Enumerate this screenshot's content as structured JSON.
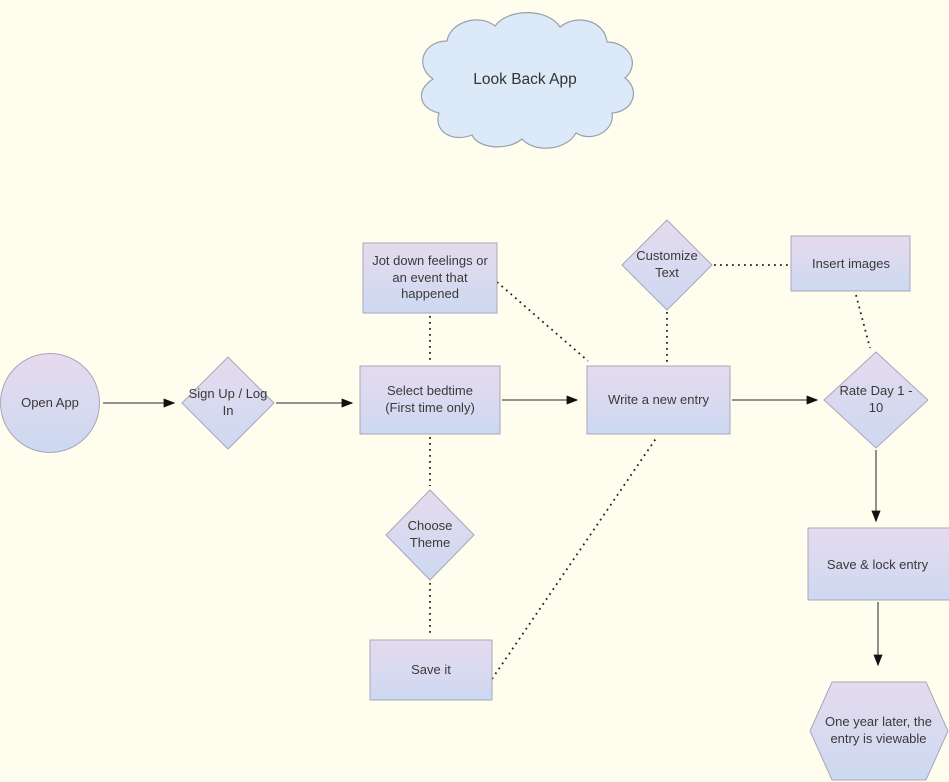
{
  "title": "Look Back App",
  "colors": {
    "background": "#fffeee",
    "node_gradient_top": "#e6daee",
    "node_gradient_bottom": "#ccd9f1",
    "node_border": "#a9a5bb",
    "cloud_fill": "#dce9f8",
    "cloud_border": "#99a0aa",
    "text": "#3a3a3a",
    "solid_line": "#555555",
    "arrowhead": "#111111",
    "dotted_line": "#222222"
  },
  "nodes": {
    "open_app": {
      "label": "Open App",
      "shape": "circle"
    },
    "sign_up": {
      "label": "Sign Up / Log In",
      "shape": "diamond"
    },
    "select_bedtime": {
      "label": "Select bedtime (First time only)",
      "shape": "rect"
    },
    "jot_down": {
      "label": "Jot down feelings or an event that happened",
      "shape": "rect"
    },
    "customize_text": {
      "label": "Customize Text",
      "shape": "diamond"
    },
    "insert_images": {
      "label": "Insert images",
      "shape": "rect"
    },
    "write_entry": {
      "label": "Write a new entry",
      "shape": "rect"
    },
    "rate_day": {
      "label": "Rate Day 1 - 10",
      "shape": "diamond"
    },
    "choose_theme": {
      "label": "Choose Theme",
      "shape": "diamond"
    },
    "save_it": {
      "label": "Save it",
      "shape": "rect"
    },
    "save_lock": {
      "label": "Save & lock entry",
      "shape": "rect"
    },
    "one_year": {
      "label": "One year later, the entry is viewable",
      "shape": "hexagon"
    }
  },
  "edges": [
    {
      "from": "open_app",
      "to": "sign_up",
      "style": "solid-arrow"
    },
    {
      "from": "sign_up",
      "to": "select_bedtime",
      "style": "solid-arrow"
    },
    {
      "from": "select_bedtime",
      "to": "write_entry",
      "style": "solid-arrow"
    },
    {
      "from": "write_entry",
      "to": "rate_day",
      "style": "solid-arrow"
    },
    {
      "from": "rate_day",
      "to": "save_lock",
      "style": "solid-arrow"
    },
    {
      "from": "save_lock",
      "to": "one_year",
      "style": "solid-arrow"
    },
    {
      "from": "jot_down",
      "to": "select_bedtime",
      "style": "dotted"
    },
    {
      "from": "jot_down",
      "to": "write_entry",
      "style": "dotted"
    },
    {
      "from": "customize_text",
      "to": "write_entry",
      "style": "dotted"
    },
    {
      "from": "customize_text",
      "to": "insert_images",
      "style": "dotted"
    },
    {
      "from": "insert_images",
      "to": "rate_day",
      "style": "dotted"
    },
    {
      "from": "choose_theme",
      "to": "select_bedtime",
      "style": "dotted"
    },
    {
      "from": "choose_theme",
      "to": "save_it",
      "style": "dotted"
    },
    {
      "from": "save_it",
      "to": "write_entry",
      "style": "dotted"
    }
  ]
}
